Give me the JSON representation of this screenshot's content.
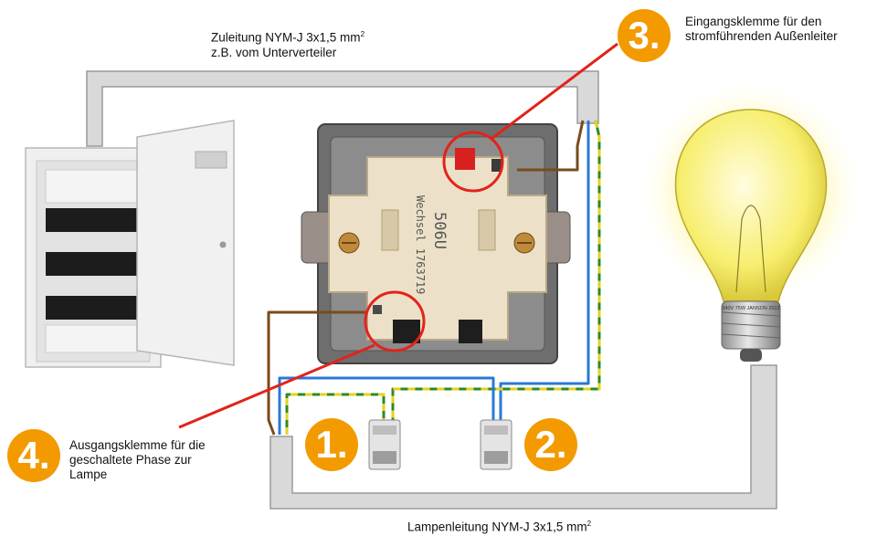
{
  "supply_cable": {
    "line1": "Zuleitung NYM-J 3x1,5 mm",
    "sup": "2",
    "line2": "z.B. vom Unterverteiler"
  },
  "lamp_cable": {
    "text": "Lampenleitung NYM-J 3x1,5 mm",
    "sup": "2"
  },
  "callout_3": {
    "number": "3.",
    "line1": "Eingangsklemme für den",
    "line2": "stromführenden Außenleiter"
  },
  "callout_4": {
    "number": "4.",
    "line1": "Ausgangsklemme für die",
    "line2": "geschaltete Phase zur",
    "line3": "Lampe"
  },
  "terminal_1": {
    "number": "1."
  },
  "terminal_2": {
    "number": "2."
  },
  "switch_insert": {
    "model": "506U",
    "label": "Wechsel 1763719"
  },
  "bulb": {
    "label": "240V 75W JANSON 2012"
  },
  "colors": {
    "orange": "#f29a00",
    "red_marker": "#e2231a",
    "brown": "#7a4a1e",
    "blue": "#2a78d6",
    "green_yellow": "#e6d21e",
    "conduit": "#d7d7d7"
  }
}
